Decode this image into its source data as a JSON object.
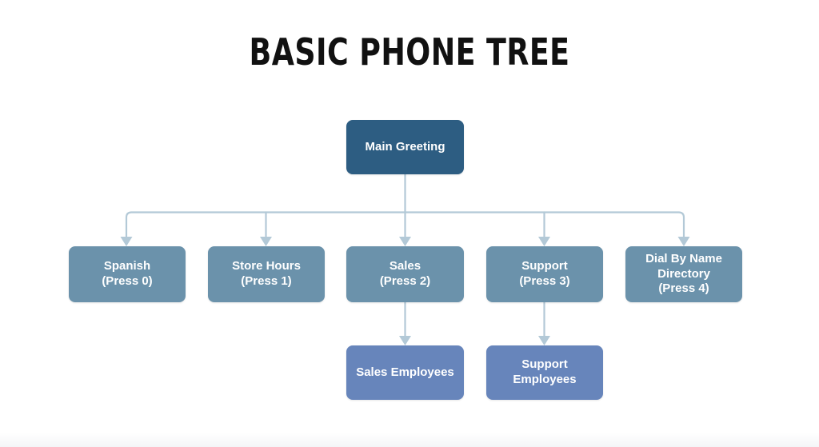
{
  "title": "BASIC PHONE TREE",
  "colors": {
    "background": "#ffffff",
    "title": "#111111",
    "root_node": "#2d5d82",
    "mid_node": "#6b92ab",
    "leaf_node": "#6785bb",
    "connector": "#b3c9d7",
    "node_text": "#ffffff"
  },
  "diagram": {
    "type": "tree",
    "levels": 3,
    "root": {
      "id": "main-greeting",
      "label": "Main Greeting",
      "level": 1
    },
    "menu_options": [
      {
        "id": "spanish",
        "label": "Spanish\n(Press 0)",
        "name": "Spanish",
        "key": "Press 0",
        "level": 2
      },
      {
        "id": "store-hours",
        "label": "Store Hours\n(Press 1)",
        "name": "Store Hours",
        "key": "Press 1",
        "level": 2
      },
      {
        "id": "sales",
        "label": "Sales\n(Press 2)",
        "name": "Sales",
        "key": "Press 2",
        "level": 2
      },
      {
        "id": "support",
        "label": "Support\n(Press 3)",
        "name": "Support",
        "key": "Press 3",
        "level": 2
      },
      {
        "id": "directory",
        "label": "Dial By Name\nDirectory\n(Press 4)",
        "name": "Dial By Name Directory",
        "key": "Press 4",
        "level": 2
      }
    ],
    "leaf_nodes": [
      {
        "id": "sales-employees",
        "label": "Sales Employees",
        "parent": "sales",
        "level": 3
      },
      {
        "id": "support-employees",
        "label": "Support\nEmployees",
        "parent": "support",
        "level": 3
      }
    ]
  }
}
